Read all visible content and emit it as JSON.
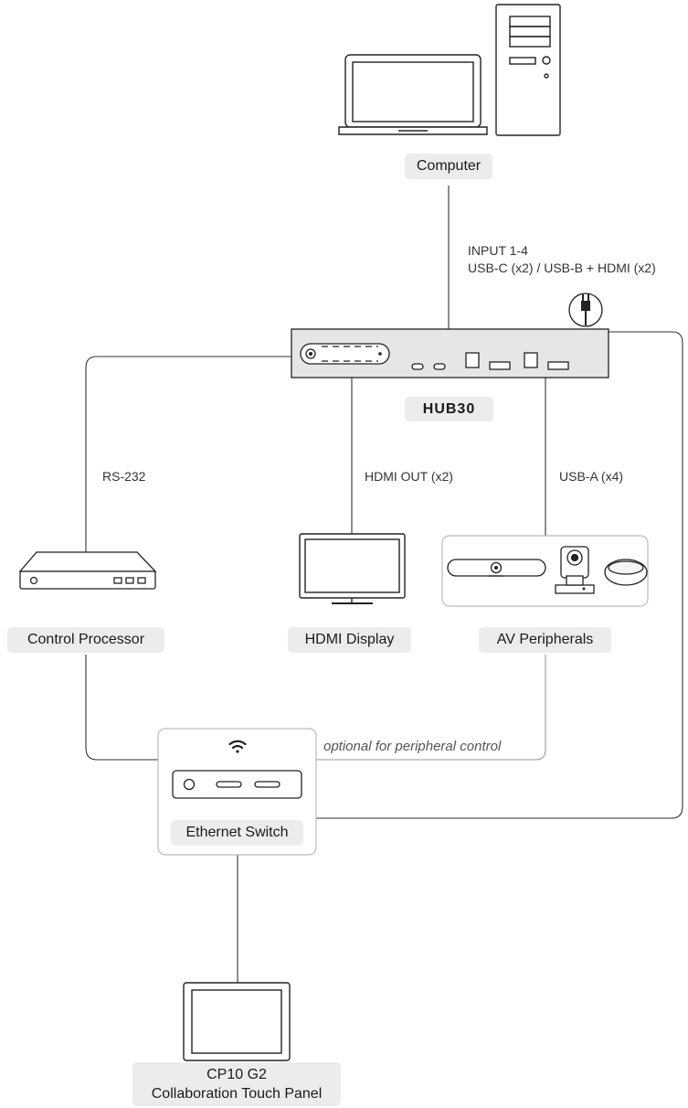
{
  "nodes": {
    "computer": "Computer",
    "hub": "HUB30",
    "control_processor": "Control Processor",
    "hdmi_display": "HDMI Display",
    "av_peripherals": "AV Peripherals",
    "ethernet_switch": "Ethernet Switch",
    "touch_panel_line1": "CP10 G2",
    "touch_panel_line2": "Collaboration Touch Panel"
  },
  "connections": {
    "input_line1": "INPUT 1-4",
    "input_line2": "USB-C (x2) / USB-B + HDMI (x2)",
    "rs232": "RS-232",
    "hdmi_out": "HDMI OUT (x2)",
    "usb_a": "USB-A (x4)",
    "optional": "optional for peripheral control"
  },
  "colors": {
    "line": "#333333",
    "device_stroke": "#222222",
    "label_bg": "#ececec",
    "hub_fill": "#e6e6e6",
    "group_border": "#bbbbbb"
  }
}
